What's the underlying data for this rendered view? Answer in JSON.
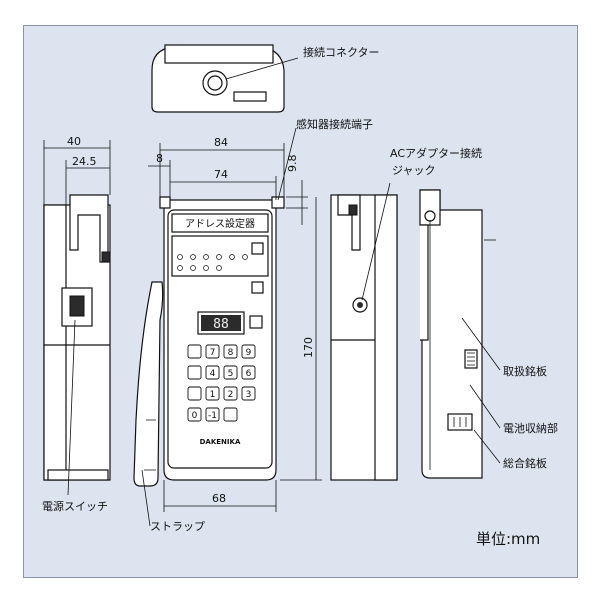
{
  "labels": {
    "connector": "接続コネクター",
    "sensor_terminal": "感知器接続端子",
    "ac_jack_1": "ACアダプター接続",
    "ac_jack_2": "ジャック",
    "handling_plate": "取扱銘板",
    "battery": "電池収納部",
    "rating_plate": "総合銘板",
    "power_switch": "電源スイッチ",
    "strap": "ストラップ",
    "unit": "単位:mm"
  },
  "dimensions": {
    "d40": "40",
    "d24_5": "24.5",
    "d84": "84",
    "d8": "8",
    "d74": "74",
    "d9_8": "9.8",
    "d170": "170",
    "d68": "68"
  },
  "device": {
    "title": "アドレス設定器",
    "display": "88",
    "keys": [
      "7",
      "8",
      "9",
      "4",
      "5",
      "6",
      "1",
      "2",
      "3",
      "0",
      "-1",
      ""
    ],
    "brand": "DAKENIKA"
  }
}
